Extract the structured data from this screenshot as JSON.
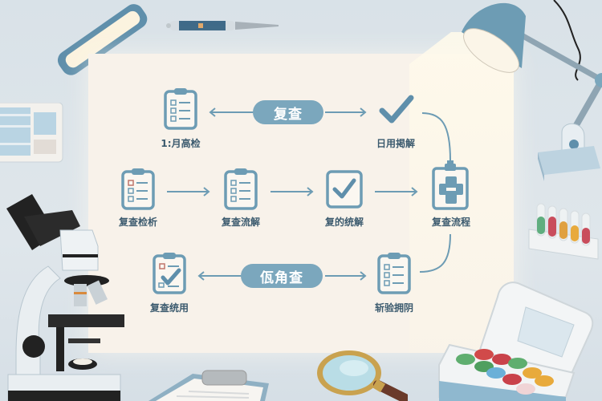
{
  "diagram": {
    "colors": {
      "accent": "#6d9cb4",
      "pill": "#7ba7bd",
      "label_text": "#3b5a6e",
      "panel_bg": "#f8f2ea",
      "scene_bg": "#dde5ea"
    },
    "top_row": {
      "left_node": {
        "label": "1:月高检",
        "icon": "clipboard-checklist-icon"
      },
      "center_pill": {
        "label": "复查"
      },
      "right_node": {
        "label": "日用掲解",
        "icon": "checkmark-icon"
      }
    },
    "middle_row": {
      "nodes": [
        {
          "label": "复查检析",
          "icon": "clipboard-checklist-icon"
        },
        {
          "label": "复查流解",
          "icon": "clipboard-checklist-icon"
        },
        {
          "label": "复的统解",
          "icon": "checkbox-icon"
        },
        {
          "label": "复查流程",
          "icon": "clipboard-medical-cross-icon"
        }
      ]
    },
    "bottom_row": {
      "left_node": {
        "label": "复查统用",
        "icon": "clipboard-check-icon"
      },
      "center_pill": {
        "label": "佤角查"
      },
      "right_node": {
        "label": "斩验拥阴",
        "icon": "clipboard-checklist-icon"
      }
    },
    "decorations": [
      "light-bar",
      "pen",
      "desk-lamp",
      "tablet",
      "microscope",
      "test-tube-rack",
      "sample-case",
      "magnifying-glass",
      "clipboard"
    ]
  }
}
